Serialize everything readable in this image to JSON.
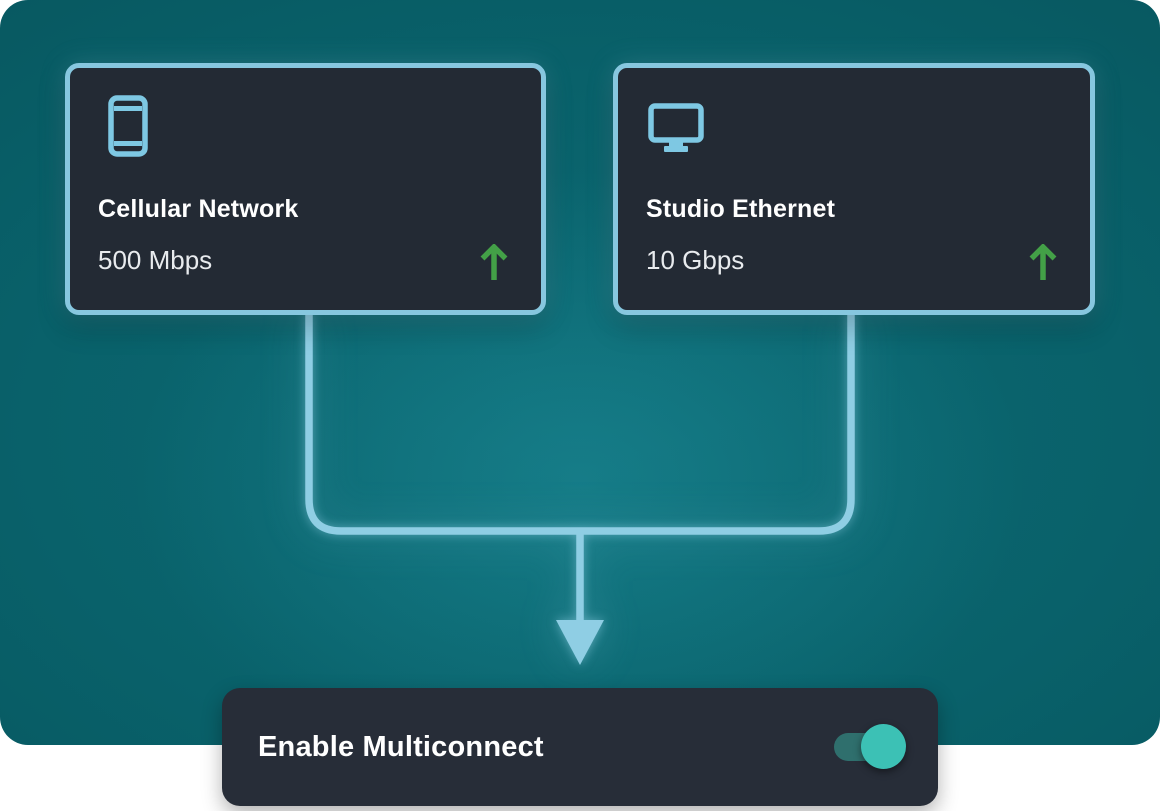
{
  "nodes": [
    {
      "title": "Cellular Network",
      "speed": "500 Mbps",
      "icon": "smartphone-icon",
      "link_status": "up"
    },
    {
      "title": "Studio Ethernet",
      "speed": "10 Gbps",
      "icon": "monitor-icon",
      "link_status": "up"
    }
  ],
  "footer": {
    "label": "Enable Multiconnect",
    "toggle_state": "on"
  },
  "colors": {
    "canvas_teal": "#09616A",
    "card_background": "#232A34",
    "card_border_blue": "#87C7DF",
    "connector_blue": "#8FCEE4",
    "icon_blue": "#7EC8E3",
    "uplink_green": "#43A047",
    "title_text": "#FFFFFF",
    "speed_text": "#E8EBEE",
    "footer_background": "#272D38",
    "toggle_knob_teal": "#3CC1B5",
    "toggle_track_teal": "#2F6F6D"
  }
}
